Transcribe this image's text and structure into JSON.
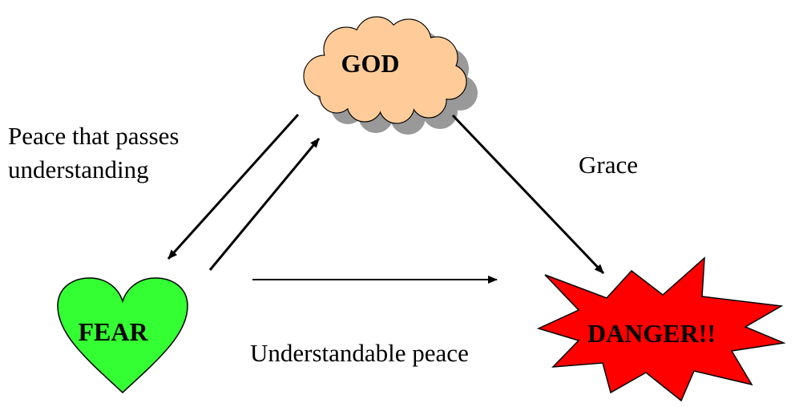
{
  "nodes": {
    "god": {
      "label": "GOD",
      "fill": "#FFCC99",
      "shadow": "#999999"
    },
    "fear": {
      "label": "FEAR",
      "fill": "#33FF33"
    },
    "danger": {
      "label": "DANGER!!",
      "fill": "#FF0000"
    }
  },
  "edge_labels": {
    "peace_line1": "Peace that passes",
    "peace_line2": "understanding",
    "grace": "Grace",
    "understandable": "Understandable peace"
  }
}
